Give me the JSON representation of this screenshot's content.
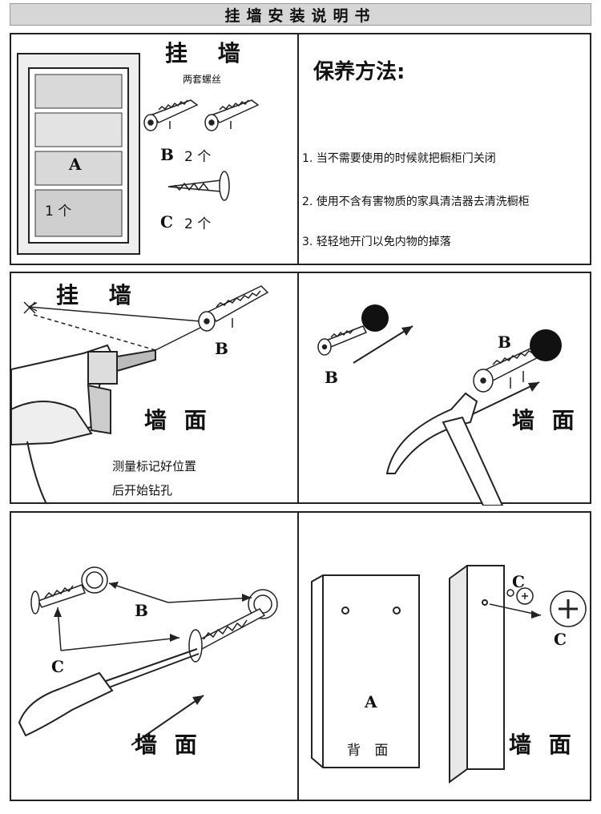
{
  "title": "挂墙安装说明书",
  "panel1": {
    "heading": "挂 墙",
    "screw_sets": "两套螺丝",
    "cabinet_letter": "A",
    "cabinet_qty": "1 个",
    "anchor_letter": "B",
    "anchor_qty": "2 个",
    "screw_letter": "C",
    "screw_qty": "2 个"
  },
  "maintenance": {
    "title": "保养方法:",
    "items": [
      "1. 当不需要使用的时候就把橱柜门关闭",
      "2. 使用不含有害物质的家具清洁器去清洗橱柜",
      "3. 轻轻地开门以免内物的掉落"
    ]
  },
  "panel3": {
    "heading": "挂 墙",
    "anchor_letter": "B",
    "wall": "墙 面",
    "note_line1": "测量标记好位置",
    "note_line2": "后开始钻孔"
  },
  "panel4": {
    "anchor_letter_1": "B",
    "anchor_letter_2": "B",
    "wall": "墙 面"
  },
  "panel5": {
    "anchor_letter": "B",
    "screw_letter": "C",
    "wall": "墙 面"
  },
  "panel6": {
    "cabinet_letter": "A",
    "back_label": "背 面",
    "screw_letter_1": "C",
    "screw_letter_2": "C",
    "wall": "墙 面"
  }
}
